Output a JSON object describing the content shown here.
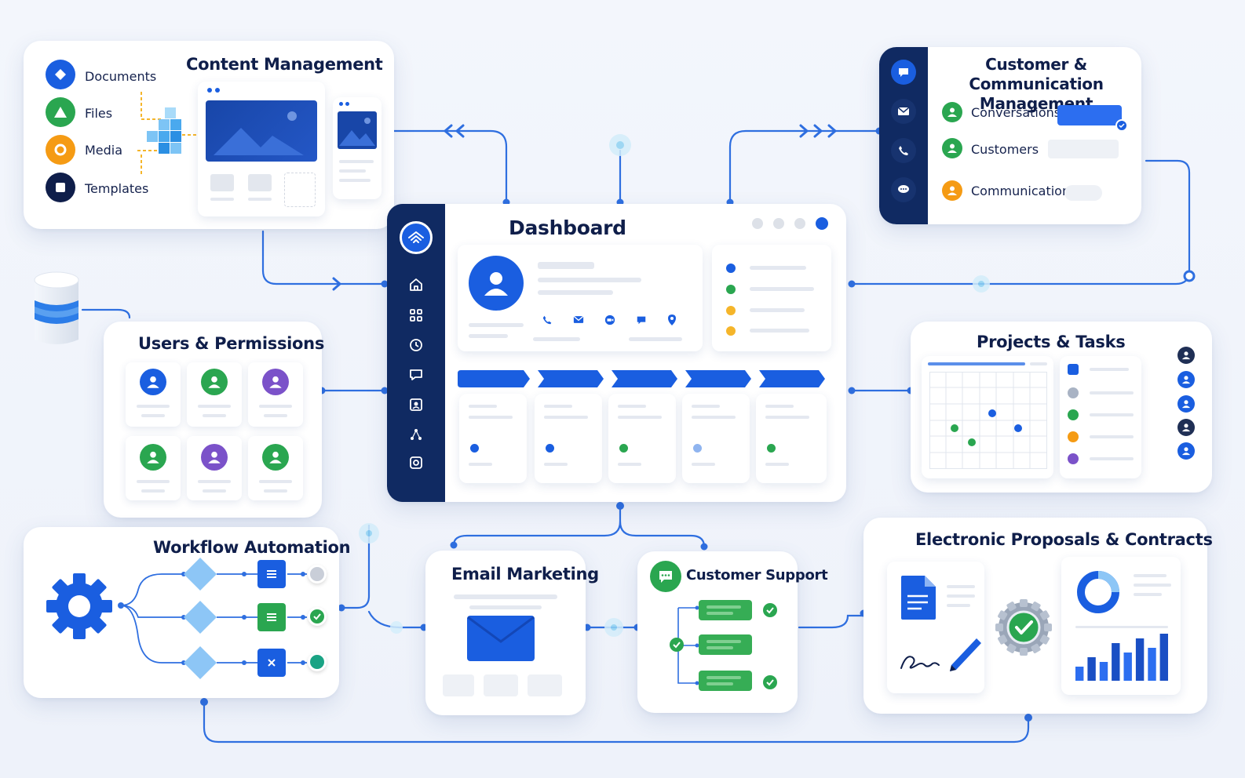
{
  "colors": {
    "brand_navy": "#102a62",
    "accent_blue": "#1a5ee0",
    "green": "#2aa650",
    "orange": "#f59b14",
    "purple": "#7b52c9",
    "line": "#2f6fe0"
  },
  "content_management": {
    "title": "Content Management",
    "items": [
      {
        "label": "Documents",
        "icon": "diamond-icon",
        "color": "#1a5ee0"
      },
      {
        "label": "Files",
        "icon": "triangle-icon",
        "color": "#2aa650"
      },
      {
        "label": "Media",
        "icon": "circle-icon",
        "color": "#f59b14"
      },
      {
        "label": "Templates",
        "icon": "square-icon",
        "color": "#0f1e4a"
      }
    ]
  },
  "customer_communication": {
    "title": "Customer & Communication Management",
    "sidebar_icons": [
      "chat-icon",
      "mail-icon",
      "phone-icon",
      "message-icon"
    ],
    "items": [
      {
        "label": "Conversations",
        "color": "#2aa650"
      },
      {
        "label": "Customers",
        "color": "#2aa650"
      },
      {
        "label": "Communication",
        "color": "#f59b14"
      }
    ]
  },
  "dashboard": {
    "title": "Dashboard",
    "nav_icons": [
      "home-icon",
      "grid-icon",
      "clock-icon",
      "chat-icon",
      "contact-icon",
      "network-icon",
      "settings-icon"
    ],
    "contact_icons": [
      "phone-icon",
      "mail-icon",
      "video-icon",
      "chat-icon",
      "location-icon"
    ],
    "status_dots": [
      "#1a5ee0",
      "#2aa650",
      "#f5b52a",
      "#f5b52a"
    ],
    "stage_dots": [
      "#1a5ee0",
      "#1a5ee0",
      "#2aa650",
      "#8fb4ef",
      "#2aa650"
    ]
  },
  "users_permissions": {
    "title": "Users & Permissions",
    "avatars": [
      "#1a5ee0",
      "#2aa650",
      "#7b52c9",
      "#2aa650",
      "#7b52c9",
      "#2aa650"
    ]
  },
  "projects_tasks": {
    "title": "Projects & Tasks",
    "checks": [
      "#1a5ee0",
      "#a9b3c4",
      "#2aa650",
      "#f59b14",
      "#7b52c9"
    ],
    "people": [
      "#1f2f55",
      "#1a5ee0",
      "#1a5ee0",
      "#1f2f55",
      "#1a5ee0"
    ]
  },
  "workflow_automation": {
    "title": "Workflow Automation"
  },
  "email_marketing": {
    "title": "Email Marketing"
  },
  "customer_support": {
    "title": "Customer Support"
  },
  "proposals_contracts": {
    "title": "Electronic Proposals & Contracts",
    "chart_bars": [
      3,
      5,
      4,
      8,
      6,
      9,
      7,
      10
    ]
  }
}
